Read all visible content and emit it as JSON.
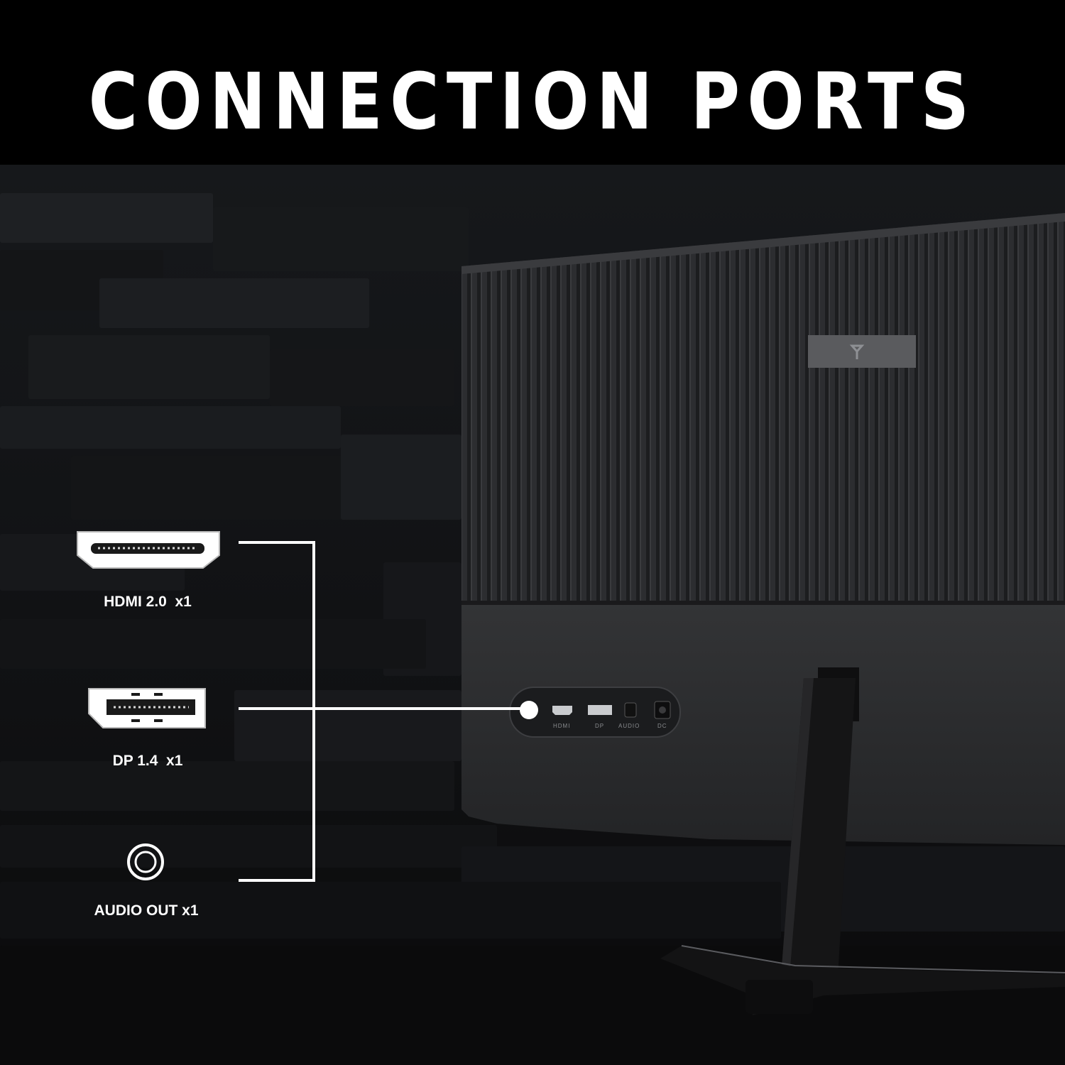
{
  "header": {
    "title": "CONNECTION PORTS"
  },
  "ports": [
    {
      "label": "HDMI 2.0  x1",
      "icon": "hdmi-port-icon"
    },
    {
      "label": "DP 1.4  x1",
      "icon": "displayport-icon"
    },
    {
      "label": "AUDIO OUT x1",
      "icon": "audio-jack-icon"
    }
  ],
  "monitor_rear_panel": {
    "labels": [
      "HDMI",
      "DP",
      "AUDIO",
      "DC"
    ]
  },
  "colors": {
    "background": "#000000",
    "text": "#ffffff",
    "monitor": "#2a2b2d"
  }
}
